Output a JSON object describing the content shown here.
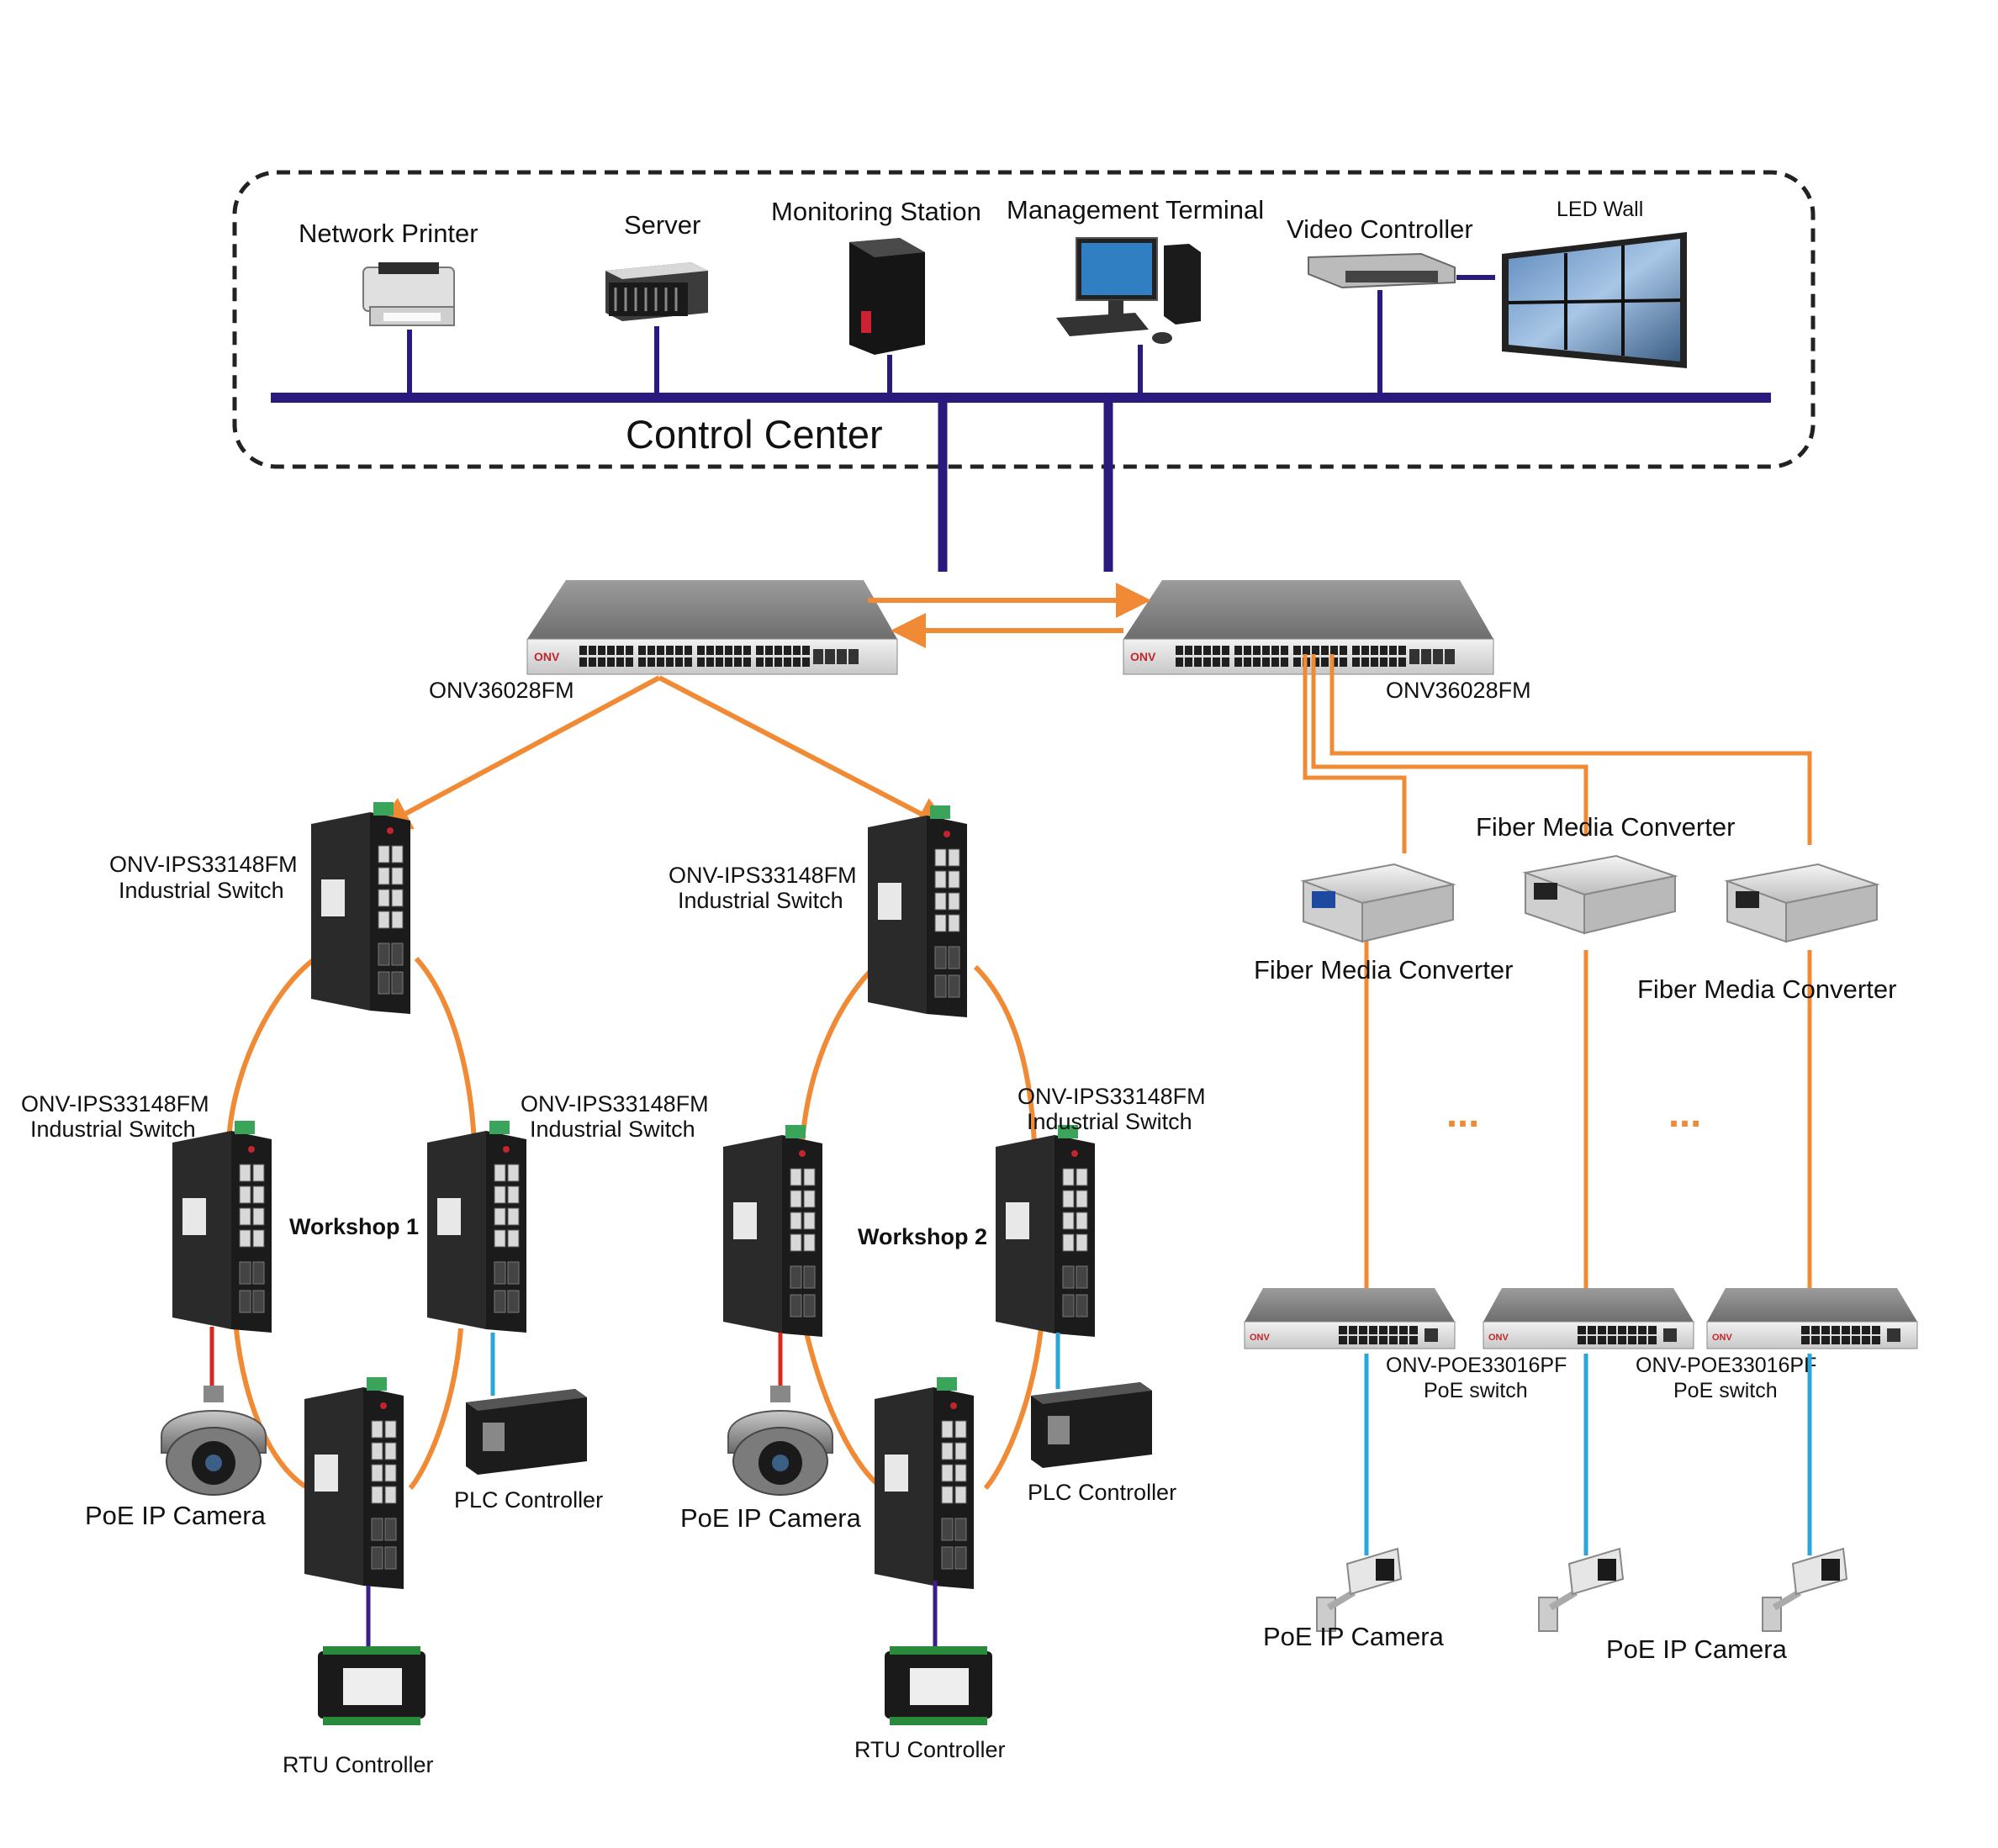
{
  "colors": {
    "bus": "#2b1a7d",
    "orange_link": "#f08a34",
    "blue_link": "#2aa6d9",
    "red_link": "#d9281e",
    "purple_link": "#3b1e86",
    "dashed_border": "#222222",
    "switch_body": "#2a2a2a",
    "switch_panel": "#dcdcdc"
  },
  "control_center": {
    "title": "Control Center",
    "devices": [
      {
        "label": "Network Printer",
        "icon": "printer-icon"
      },
      {
        "label": "Server",
        "icon": "server-icon"
      },
      {
        "label": "Monitoring Station",
        "icon": "tower-pc-icon"
      },
      {
        "label": "Management Terminal",
        "icon": "desktop-pc-icon"
      },
      {
        "label": "Video Controller",
        "icon": "rack-server-icon"
      },
      {
        "label": "LED  Wall",
        "icon": "video-wall-icon"
      }
    ]
  },
  "core_switches": [
    {
      "label": "ONV36028FM"
    },
    {
      "label": "ONV36028FM"
    }
  ],
  "workshops": [
    {
      "title": "Workshop 1",
      "top_switch": {
        "model": "ONV-IPS33148FM",
        "type": "Industrial Switch"
      },
      "left_switch": {
        "model": "ONV-IPS33148FM",
        "type": "Industrial Switch"
      },
      "right_switch": {
        "model": "ONV-IPS33148FM",
        "type": "Industrial Switch"
      },
      "camera": "PoE IP Camera",
      "plc": "PLC Controller",
      "rtu": "RTU Controller"
    },
    {
      "title": "Workshop 2",
      "top_switch": {
        "model": "ONV-IPS33148FM",
        "type": "Industrial Switch"
      },
      "right_switch": {
        "model": "ONV-IPS33148FM",
        "type": "Industrial Switch"
      },
      "camera": "PoE IP Camera",
      "plc": "PLC Controller",
      "rtu": "RTU Controller"
    }
  ],
  "fiber_branch": {
    "converters": [
      {
        "label": "Fiber Media Converter"
      },
      {
        "label": "Fiber Media Converter"
      },
      {
        "label": "Fiber Media Converter"
      }
    ],
    "ellipses": [
      "...",
      "..."
    ],
    "poe_switches": [
      {
        "model": "ONV-POE33016PF",
        "type": "PoE switch"
      },
      {
        "model": "ONV-POE33016PF",
        "type": "PoE switch"
      }
    ],
    "camera_labels": [
      "PoE IP Camera",
      "PoE IP Camera"
    ]
  },
  "logo_text": "ONV"
}
